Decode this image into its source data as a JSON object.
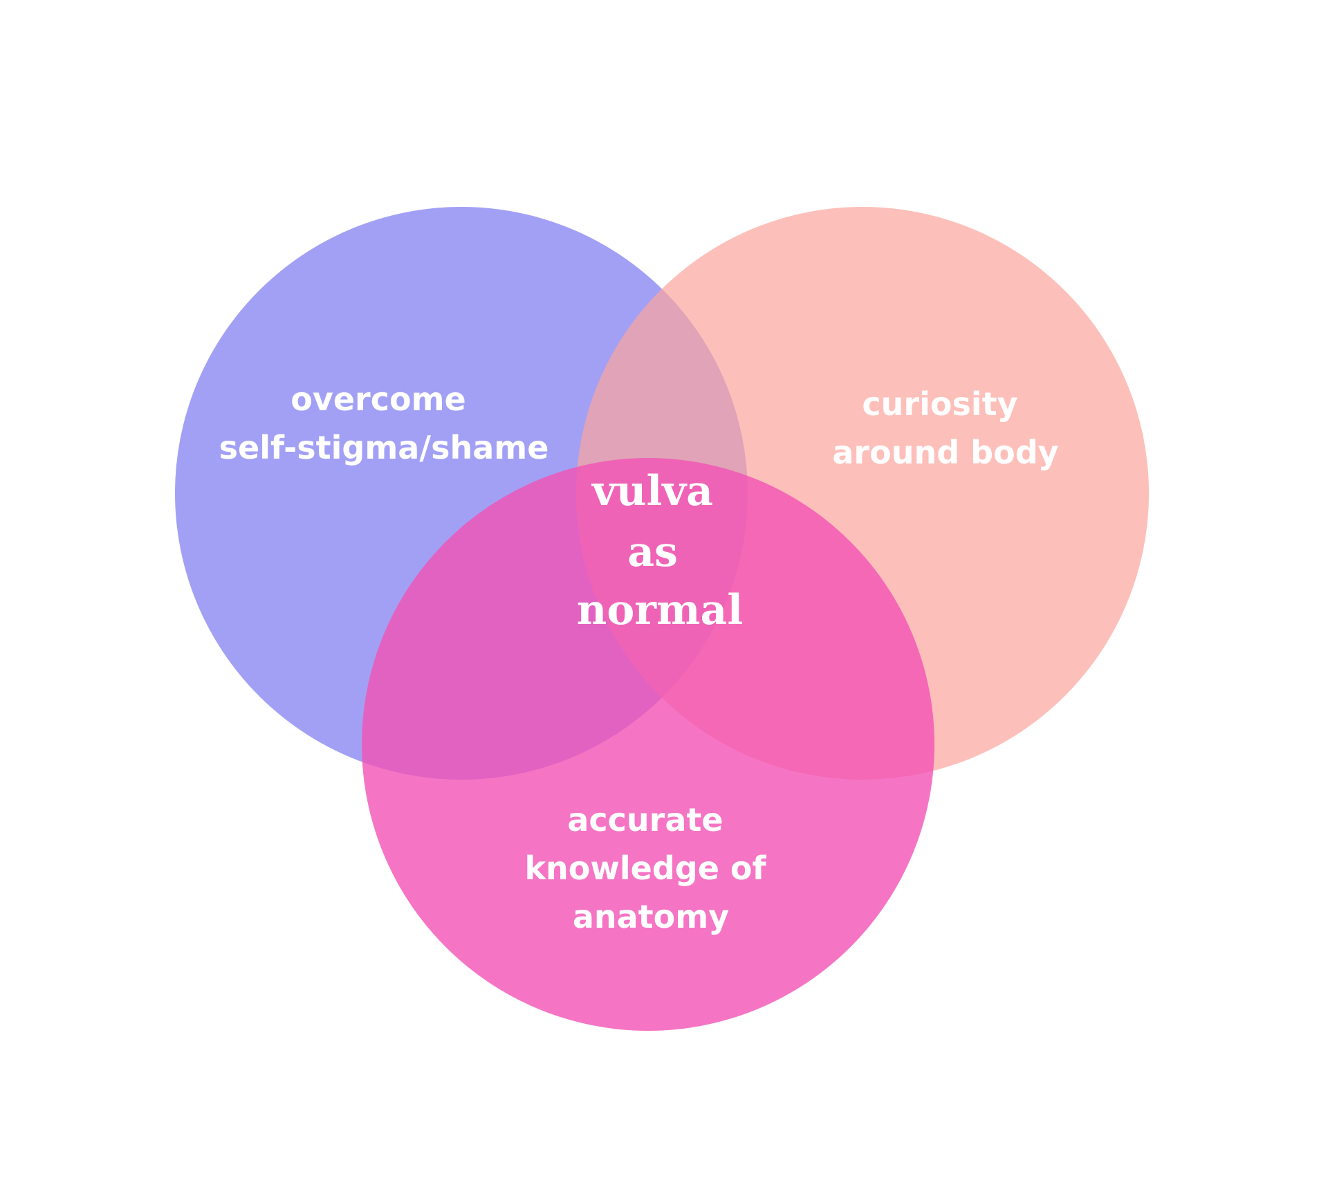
{
  "diagram": {
    "type": "venn",
    "sets": [
      {
        "id": "left",
        "label_lines": [
          "overcome",
          "self-stigma/shame"
        ],
        "color": "#7b78f1"
      },
      {
        "id": "right",
        "label_lines": [
          "curiosity",
          "around body"
        ],
        "color": "#fca49c"
      },
      {
        "id": "bottom",
        "label_lines": [
          "accurate",
          "knowledge of",
          "anatomy"
        ],
        "color": "#f252b5"
      }
    ],
    "intersection": {
      "label_lines": [
        "vulva",
        "as",
        "normal"
      ]
    }
  }
}
